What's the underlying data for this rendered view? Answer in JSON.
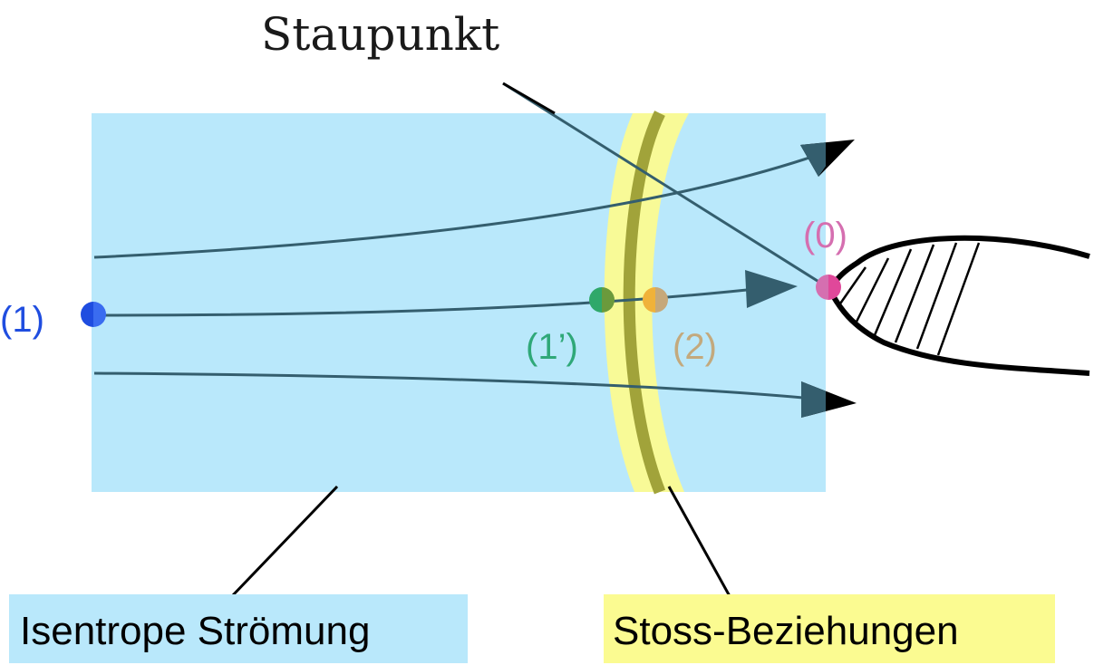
{
  "title": "Staupunkt",
  "colors": {
    "isentrope_region": "#b9e8fb",
    "shock_band": "#fbfb91",
    "shock_line": "#a1a33a",
    "streamline": "#345e6e",
    "body_outline": "#000000"
  },
  "points": [
    {
      "id": "1",
      "label": "(1)",
      "color": "#1f4de0"
    },
    {
      "id": "1prime",
      "label": "(1’)",
      "color": "#2fa878"
    },
    {
      "id": "2",
      "label": "(2)",
      "color": "#c3a97d"
    },
    {
      "id": "0",
      "label": "(0)",
      "color": "#d56fb0"
    }
  ],
  "point_markers": {
    "1": "#1f4de0",
    "1prime": "#2fa86a",
    "2": "#f0b23a",
    "0": "#e0489a"
  },
  "labels": {
    "isentrope": "Isentrope Strömung",
    "shock": "Stoss-Beziehungen"
  }
}
